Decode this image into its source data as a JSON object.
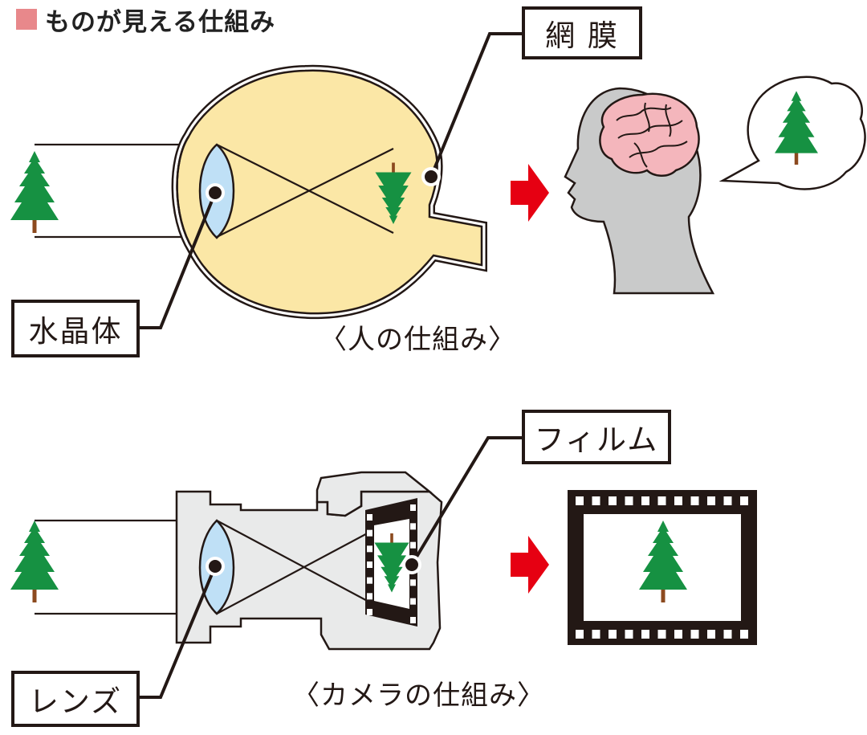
{
  "title": "ものが見える仕組み",
  "labels": {
    "retina": "網 膜",
    "crystalline_lens": "水晶体",
    "film": "フィルム",
    "lens": "レンズ"
  },
  "captions": {
    "human": "〈人の仕組み〉",
    "camera": "〈カメラの仕組み〉"
  },
  "colors": {
    "title_marker": "#e8888b",
    "eyeball": "#fbe7a6",
    "lens_fill": "#bfe0f6",
    "arrow": "#e60012",
    "tree": "#169142",
    "trunk": "#8c4a1f",
    "brain": "#f4b6bc",
    "head": "#c9caca",
    "camera_body": "#e9eaea",
    "line": "#231815"
  },
  "icons": [
    "tree-icon",
    "brain-icon",
    "head-silhouette-icon",
    "thought-bubble-icon",
    "film-frame-icon",
    "right-arrow-icon"
  ]
}
